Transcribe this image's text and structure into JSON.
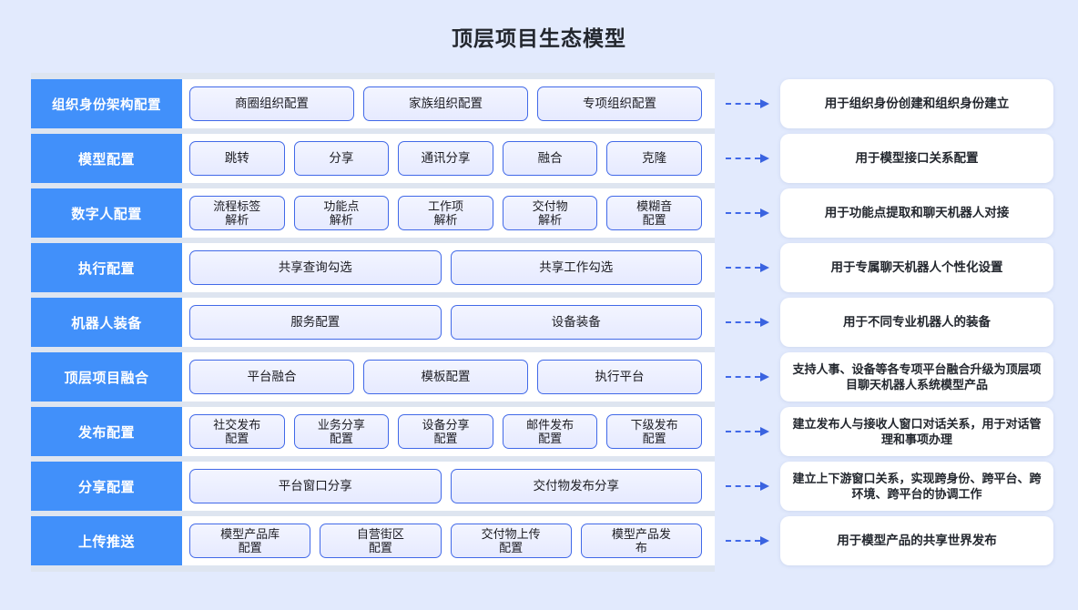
{
  "title": "顶层项目生态模型",
  "colors": {
    "page_background": "#e2eafd",
    "panel_background": "#dee5f0",
    "row_label_blue": "#4190fa",
    "chip_border": "#4169e8",
    "arrow_blue": "#3a63e0",
    "card_white": "#ffffff"
  },
  "arrow": {
    "icon": "dashed-arrow-right-icon"
  },
  "rows": [
    {
      "label": "组织身份架构配置",
      "chips": [
        "商圈组织配置",
        "家族组织配置",
        "专项组织配置"
      ],
      "description": "用于组织身份创建和组织身份建立"
    },
    {
      "label": "模型配置",
      "chips": [
        "跳转",
        "分享",
        "通讯分享",
        "融合",
        "克隆"
      ],
      "description": "用于模型接口关系配置"
    },
    {
      "label": "数字人配置",
      "chips": [
        "流程标签\n解析",
        "功能点\n解析",
        "工作项\n解析",
        "交付物\n解析",
        "模糊音\n配置"
      ],
      "description": "用于功能点提取和聊天机器人对接"
    },
    {
      "label": "执行配置",
      "chips": [
        "共享查询勾选",
        "共享工作勾选"
      ],
      "description": "用于专属聊天机器人个性化设置"
    },
    {
      "label": "机器人装备",
      "chips": [
        "服务配置",
        "设备装备"
      ],
      "description": "用于不同专业机器人的装备"
    },
    {
      "label": "顶层项目融合",
      "chips": [
        "平台融合",
        "模板配置",
        "执行平台"
      ],
      "description": "支持人事、设备等各专项平台融合升级为顶层项目聊天机器人系统模型产品"
    },
    {
      "label": "发布配置",
      "chips": [
        "社交发布\n配置",
        "业务分享\n配置",
        "设备分享\n配置",
        "邮件发布\n配置",
        "下级发布\n配置"
      ],
      "description": "建立发布人与接收人窗口对话关系，用于对话管理和事项办理"
    },
    {
      "label": "分享配置",
      "chips": [
        "平台窗口分享",
        "交付物发布分享"
      ],
      "description": "建立上下游窗口关系，实现跨身份、跨平台、跨环境、跨平台的协调工作"
    },
    {
      "label": "上传推送",
      "chips": [
        "模型产品库\n配置",
        "自营街区\n配置",
        "交付物上传\n配置",
        "模型产品发\n布"
      ],
      "description": "用于模型产品的共享世界发布"
    }
  ]
}
